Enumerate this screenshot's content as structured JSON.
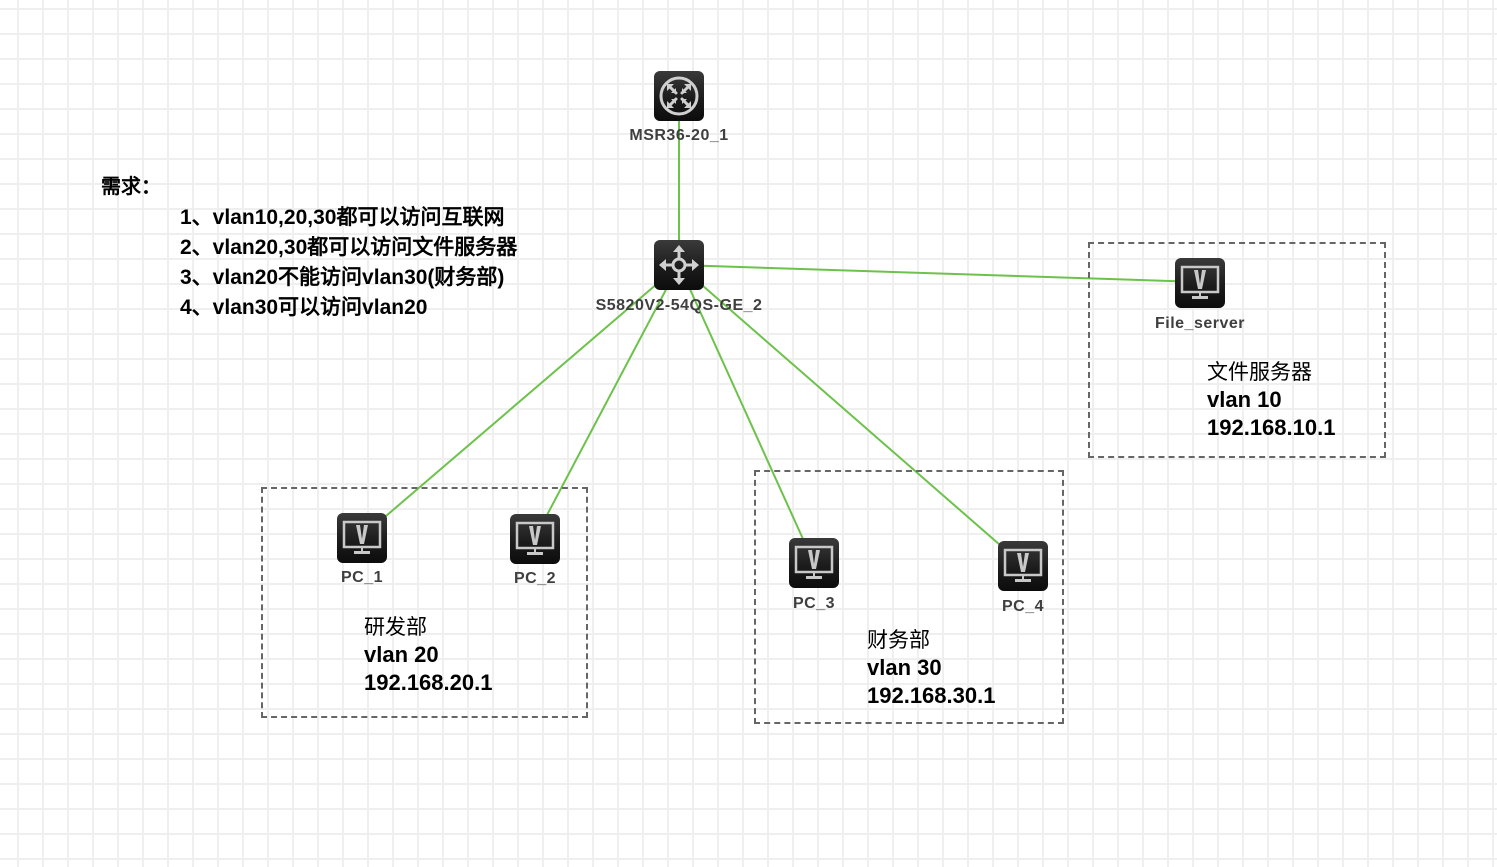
{
  "diagram": {
    "type": "network-topology",
    "link_color": "#6cc24a",
    "nodes": {
      "router": {
        "label": "MSR36-20_1",
        "icon": "router-icon"
      },
      "switch": {
        "label": "S5820V2-54QS-GE_2",
        "icon": "switch-icon"
      },
      "file_server": {
        "label": "File_server",
        "icon": "pc-icon"
      },
      "pc1": {
        "label": "PC_1",
        "icon": "pc-icon"
      },
      "pc2": {
        "label": "PC_2",
        "icon": "pc-icon"
      },
      "pc3": {
        "label": "PC_3",
        "icon": "pc-icon"
      },
      "pc4": {
        "label": "PC_4",
        "icon": "pc-icon"
      }
    },
    "links": [
      [
        "router",
        "switch"
      ],
      [
        "switch",
        "file_server"
      ],
      [
        "switch",
        "pc1"
      ],
      [
        "switch",
        "pc2"
      ],
      [
        "switch",
        "pc3"
      ],
      [
        "switch",
        "pc4"
      ]
    ],
    "groups": {
      "file": {
        "name": "文件服务器",
        "vlan": "vlan 10",
        "ip": "192.168.10.1"
      },
      "rd": {
        "name": "研发部",
        "vlan": "vlan 20",
        "ip": "192.168.20.1"
      },
      "finance": {
        "name": "财务部",
        "vlan": "vlan 30",
        "ip": "192.168.30.1"
      }
    },
    "requirements": {
      "title": "需求：",
      "items": [
        "1、vlan10,20,30都可以访问互联网",
        "2、vlan20,30都可以访问文件服务器",
        "3、vlan20不能访问vlan30(财务部)",
        "4、vlan30可以访问vlan20"
      ]
    }
  }
}
